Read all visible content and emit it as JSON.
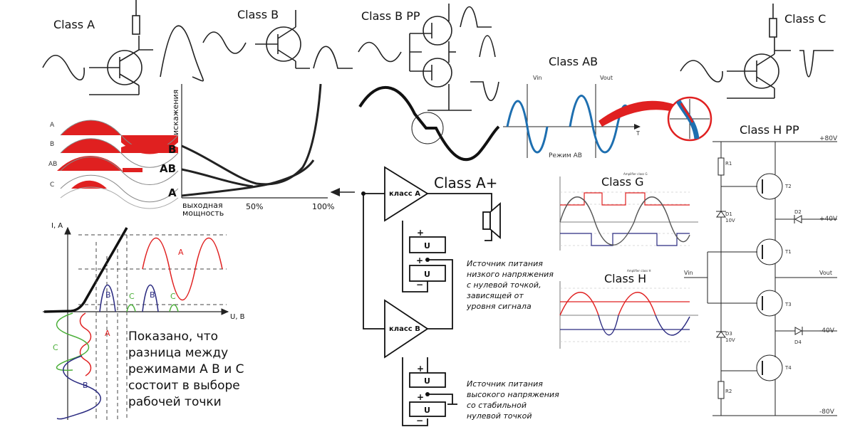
{
  "labels": {
    "class_a": "Class A",
    "class_b": "Class B",
    "class_b_pp": "Class B PP",
    "class_ab": "Class AB",
    "class_c": "Class C",
    "class_h_pp": "Class H PP",
    "class_a_plus": "Class A+",
    "class_g": "Class G",
    "class_h": "Class H"
  },
  "distortion_graph": {
    "ylabel": "искажения",
    "xlabel_1": "выходная",
    "xlabel_2": "мощность",
    "tick_50": "50%",
    "tick_100": "100%",
    "curve_b": "B",
    "curve_ab": "AB",
    "curve_a": "A"
  },
  "angle_panel": {
    "a": "A",
    "b": "B",
    "ab": "AB",
    "c": "C"
  },
  "ab_scope": {
    "vin": "Vin",
    "vout": "Vout",
    "t": "T",
    "mode": "Режим AB"
  },
  "transfer": {
    "y_axis": "I, A",
    "x_axis": "U, B",
    "a": "A",
    "b": "B",
    "c": "C"
  },
  "caption": [
    "Показано, что",
    "разница между",
    "режимами A B и C",
    "состоит в выборе",
    "рабочей точки"
  ],
  "a_plus": {
    "amp_a": "класс А",
    "amp_b": "класс В",
    "u": "U",
    "plus": "+",
    "minus": "−",
    "note_low": [
      "Источник питания",
      "низкого напряжения",
      "с нулевой точкой,",
      "зависящей от",
      "уровня сигнала"
    ],
    "note_high": [
      "Источник питания",
      "высокого напряжения",
      "со стабильной",
      "нулевой точкой"
    ]
  },
  "class_g_small": "Amplifier class G",
  "class_h_small": "Amplifier class H",
  "hpp": {
    "v_p80": "+80V",
    "v_p40": "+40V",
    "v_m40": "-40V",
    "v_m80": "-80V",
    "vin": "Vin",
    "vout": "Vout",
    "r1": "R1",
    "r2": "R2",
    "t1": "T1",
    "t2": "T2",
    "t3": "T3",
    "t4": "T4",
    "d1": "D1",
    "d1v": "10V",
    "d2": "D2",
    "d3": "D3",
    "d3v": "10V",
    "d4": "D4"
  },
  "colors": {
    "red": "#e02020",
    "blue": "#1e6fb0",
    "navy": "#2a2a80",
    "green": "#4caf3a"
  }
}
